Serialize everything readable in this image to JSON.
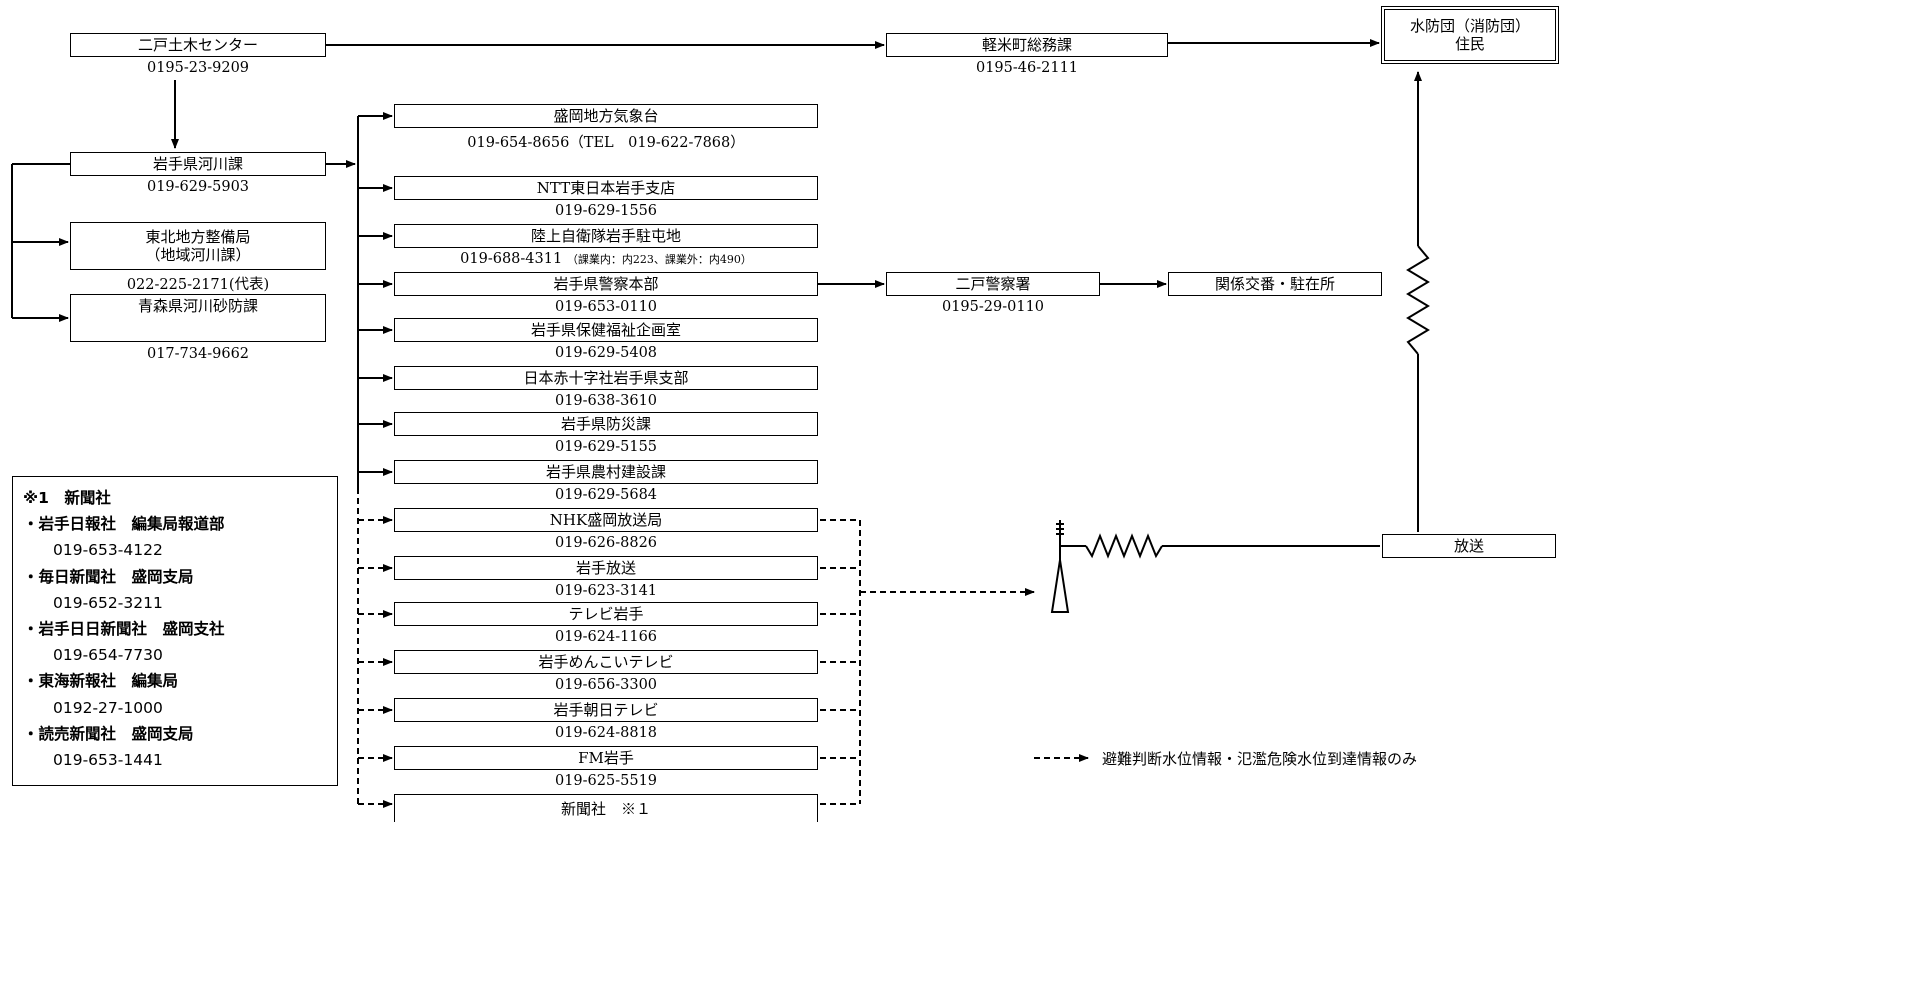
{
  "nodes": {
    "ninohe_doboku": {
      "name": "二戸土木センター",
      "phone": "0195-23-9209"
    },
    "karumai_somu": {
      "name": "軽米町総務課",
      "phone": "0195-46-2111"
    },
    "suibodan": {
      "name": "水防団（消防団）",
      "name2": "住民"
    },
    "iwate_kasen": {
      "name": "岩手県河川課",
      "phone": "019-629-5903"
    },
    "tohoku_seibi": {
      "name": "東北地方整備局",
      "name2": "（地域河川課）",
      "phone": "022-225-2171(代表)"
    },
    "aomori_kasen": {
      "name": "青森県河川砂防課",
      "phone": "017-734-9662"
    },
    "morioka_kishodai": {
      "name": "盛岡地方気象台",
      "phone": "019-654-8656（TEL　019-622-7868）"
    },
    "ntt": {
      "name": "NTT東日本岩手支店",
      "phone": "019-629-1556"
    },
    "jieitai": {
      "name": "陸上自衛隊岩手駐屯地",
      "phone": "019-688-4311",
      "ext": "（課業内：内223、課業外：内490）"
    },
    "keisatsu_honbu": {
      "name": "岩手県警察本部",
      "phone": "019-653-0110"
    },
    "ninohe_keisatsu": {
      "name": "二戸警察署",
      "phone": "0195-29-0110"
    },
    "koban": {
      "name": "関係交番・駐在所"
    },
    "hoken": {
      "name": "岩手県保健福祉企画室",
      "phone": "019-629-5408"
    },
    "sekijuji": {
      "name": "日本赤十字社岩手県支部",
      "phone": "019-638-3610"
    },
    "bosai": {
      "name": "岩手県防災課",
      "phone": "019-629-5155"
    },
    "noson": {
      "name": "岩手県農村建設課",
      "phone": "019-629-5684"
    },
    "nhk": {
      "name": "NHK盛岡放送局",
      "phone": "019-626-8826"
    },
    "iwate_hoso": {
      "name": "岩手放送",
      "phone": "019-623-3141"
    },
    "tv_iwate": {
      "name": "テレビ岩手",
      "phone": "019-624-1166"
    },
    "menkoi": {
      "name": "岩手めんこいテレビ",
      "phone": "019-656-3300"
    },
    "asahi": {
      "name": "岩手朝日テレビ",
      "phone": "019-624-8818"
    },
    "fm": {
      "name": "FM岩手",
      "phone": "019-625-5519"
    },
    "shinbun": {
      "name": "新聞社　※１"
    },
    "hoso": {
      "name": "放送"
    }
  },
  "note": {
    "title": "※1　新聞社",
    "items": [
      {
        "name": "・岩手日報社　編集局報道部",
        "phone": "019-653-4122"
      },
      {
        "name": "・毎日新聞社　盛岡支局",
        "phone": "019-652-3211"
      },
      {
        "name": "・岩手日日新聞社　盛岡支社",
        "phone": "019-654-7730"
      },
      {
        "name": "・東海新報社　編集局",
        "phone": "0192-27-1000"
      },
      {
        "name": "・読売新聞社　盛岡支局",
        "phone": "019-653-1441"
      }
    ]
  },
  "legend": {
    "text": "避難判断水位情報・氾濫危険水位到達情報のみ"
  },
  "icons": {
    "antenna": "antenna-icon"
  }
}
